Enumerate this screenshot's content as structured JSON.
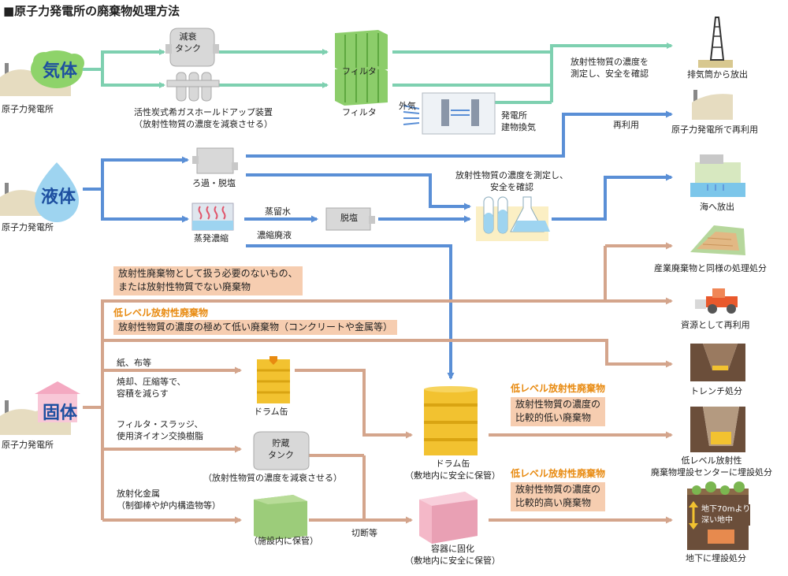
{
  "title": "■原子力発電所の廃棄物処理方法",
  "colors": {
    "gas": "#7ed0b0",
    "liquid": "#5a8fd6",
    "solid": "#d4a58c",
    "highlight": "#f6cdb0",
    "accent": "#e88a10"
  },
  "sources": {
    "gas": {
      "label": "気体",
      "plant": "原子力発電所"
    },
    "liquid": {
      "label": "液体",
      "plant": "原子力発電所"
    },
    "solid": {
      "label": "固体",
      "plant": "原子力発電所"
    }
  },
  "gas": {
    "decay_tank": "減衰\nタンク",
    "charcoal": "活性炭式希ガスホールドアップ装置\n（放射性物質の濃度を減衰させる）",
    "filter1": "フィルタ",
    "filter2": "フィルタ",
    "outside_air": "外気",
    "building_vent": "発電所\n建物換気",
    "measure_note": "放射性物質の濃度を\n測定し、安全を確認",
    "stack": "排気筒から放出"
  },
  "liquid": {
    "reuse_label": "再利用",
    "reuse_dest": "原子力発電所で再利用",
    "filtration": "ろ過・脱塩",
    "evaporation": "蒸発濃縮",
    "distilled": "蒸留水",
    "demineralize": "脱塩",
    "concentrate": "濃縮廃液",
    "measure_note": "放射性物質の濃度を測定し、\n安全を確認",
    "sea": "海へ放出"
  },
  "solid": {
    "non_radioactive": "放射性廃棄物として扱う必要のないもの、\nまたは放射性物質でない廃棄物",
    "low_level_title": "低レベル放射性廃棄物",
    "very_low_desc": "放射性物質の濃度の極めて低い廃棄物（コンクリートや金属等）",
    "paper": "紙、布等",
    "incinerate": "焼却、圧縮等で、\n容積を減らす",
    "drum_small": "ドラム缶",
    "filter_sludge": "フィルタ・スラッジ、\n使用済イオン交換樹脂",
    "storage_tank": "貯蔵\nタンク",
    "storage_note": "（放射性物質の濃度を減衰させる）",
    "metal": "放射化金属\n（制御棒や炉内構造物等）",
    "facility_note": "（施設内に保管）",
    "cutting": "切断等",
    "drum_large": "ドラム缶\n（敷地内に安全に保管）",
    "container": "容器に固化\n（敷地内に安全に保管）",
    "relatively_low_title": "低レベル放射性廃棄物",
    "relatively_low_desc": "放射性物質の濃度の\n比較的低い廃棄物",
    "relatively_high_title": "低レベル放射性廃棄物",
    "relatively_high_desc": "放射性物質の濃度の\n比較的高い廃棄物"
  },
  "destinations": {
    "industrial": "産業廃棄物と同様の処理処分",
    "recycle": "資源として再利用",
    "trench": "トレンチ処分",
    "center": "低レベル放射性\n廃棄物埋設センターに埋設処分",
    "underground_depth": "地下70mより\n深い地中",
    "underground": "地下に埋設処分"
  }
}
